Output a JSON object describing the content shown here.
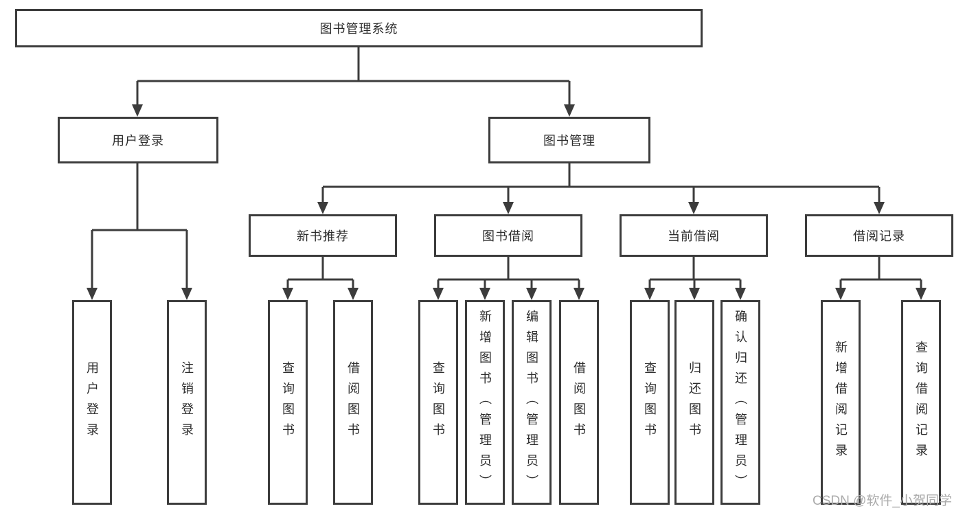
{
  "tree": {
    "root": {
      "label": "图书管理系统"
    },
    "branches": [
      {
        "label": "用户登录",
        "children": [
          {
            "label": "用户登录"
          },
          {
            "label": "注销登录"
          }
        ]
      },
      {
        "label": "图书管理",
        "children": [
          {
            "label": "新书推荐",
            "children": [
              {
                "label": "查询图书"
              },
              {
                "label": "借阅图书"
              }
            ]
          },
          {
            "label": "图书借阅",
            "children": [
              {
                "label": "查询图书"
              },
              {
                "label": "新增图书（管理员）"
              },
              {
                "label": "编辑图书（管理员）"
              },
              {
                "label": "借阅图书"
              }
            ]
          },
          {
            "label": "当前借阅",
            "children": [
              {
                "label": "查询图书"
              },
              {
                "label": "归还图书"
              },
              {
                "label": "确认归还（管理员）"
              }
            ]
          },
          {
            "label": "借阅记录",
            "children": [
              {
                "label": "新增借阅记录"
              },
              {
                "label": "查询借阅记录"
              }
            ]
          }
        ]
      }
    ]
  },
  "watermark": {
    "text": "CSDN @软件_小贺同学"
  },
  "colors": {
    "line": "#3c3c3c",
    "text": "#2d2d2d",
    "watermark": "#ababab",
    "background": "#ffffff"
  }
}
